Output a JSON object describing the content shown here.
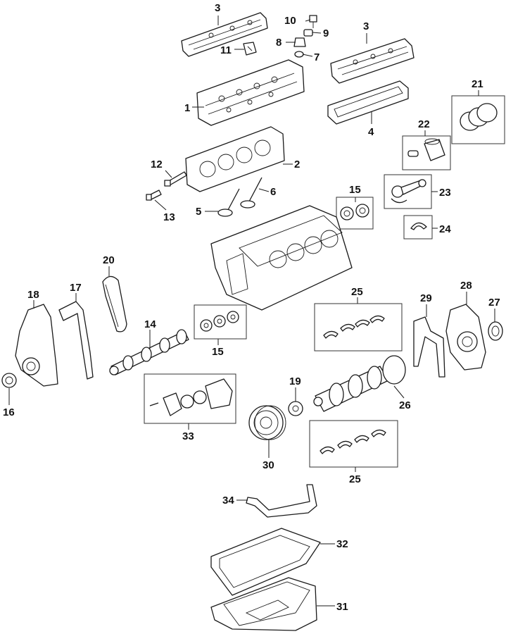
{
  "callouts": {
    "c1": "1",
    "c2": "2",
    "c3a": "3",
    "c3b": "3",
    "c4": "4",
    "c5": "5",
    "c6": "6",
    "c7": "7",
    "c8": "8",
    "c9": "9",
    "c10": "10",
    "c11": "11",
    "c12": "12",
    "c13": "13",
    "c14": "14",
    "c15a": "15",
    "c15b": "15",
    "c16": "16",
    "c17": "17",
    "c18": "18",
    "c19": "19",
    "c20": "20",
    "c21": "21",
    "c22": "22",
    "c23": "23",
    "c24": "24",
    "c25a": "25",
    "c25b": "25",
    "c26": "26",
    "c27": "27",
    "c28": "28",
    "c29": "29",
    "c30": "30",
    "c31": "31",
    "c32": "32",
    "c33": "33",
    "c34": "34"
  }
}
